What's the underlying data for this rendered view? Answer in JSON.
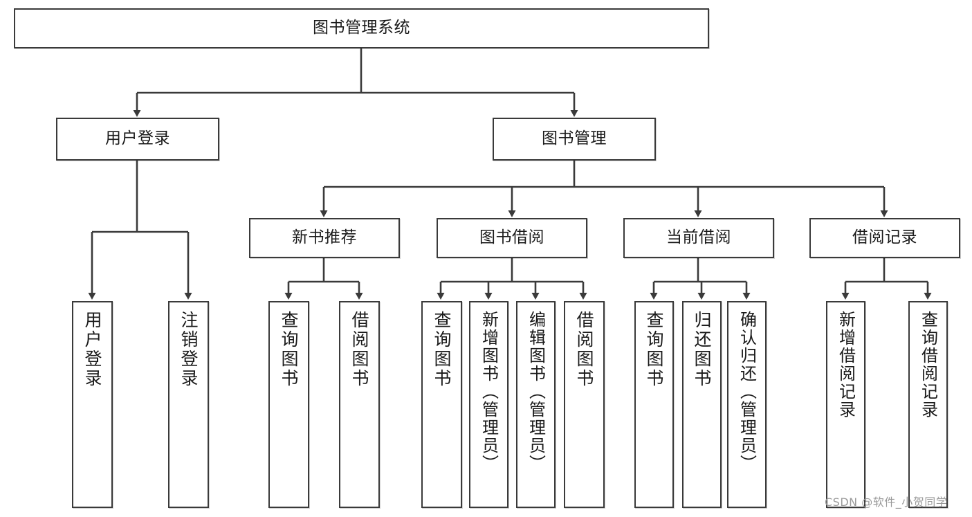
{
  "diagram": {
    "type": "tree",
    "title": "图书管理系统",
    "root": {
      "id": "root",
      "label": "图书管理系统"
    },
    "level2": [
      {
        "id": "user-login",
        "label": "用户登录"
      },
      {
        "id": "book-manage",
        "label": "图书管理"
      }
    ],
    "level3": [
      {
        "id": "new-book-rec",
        "label": "新书推荐",
        "parent": "book-manage"
      },
      {
        "id": "book-borrow",
        "label": "图书借阅",
        "parent": "book-manage"
      },
      {
        "id": "current-borrow",
        "label": "当前借阅",
        "parent": "book-manage"
      },
      {
        "id": "borrow-record",
        "label": "借阅记录",
        "parent": "book-manage"
      }
    ],
    "leaves": [
      {
        "id": "leaf-user-login",
        "label": "用户登录",
        "parent": "user-login"
      },
      {
        "id": "leaf-logout",
        "label": "注销登录",
        "parent": "user-login"
      },
      {
        "id": "leaf-query-book-1",
        "label": "查询图书",
        "parent": "new-book-rec"
      },
      {
        "id": "leaf-borrow-book-1",
        "label": "借阅图书",
        "parent": "new-book-rec"
      },
      {
        "id": "leaf-query-book-2",
        "label": "查询图书",
        "parent": "book-borrow"
      },
      {
        "id": "leaf-add-book",
        "label": "新增图书（管理员）",
        "parent": "book-borrow"
      },
      {
        "id": "leaf-edit-book",
        "label": "编辑图书（管理员）",
        "parent": "book-borrow"
      },
      {
        "id": "leaf-borrow-book-2",
        "label": "借阅图书",
        "parent": "book-borrow"
      },
      {
        "id": "leaf-query-book-3",
        "label": "查询图书",
        "parent": "current-borrow"
      },
      {
        "id": "leaf-return-book",
        "label": "归还图书",
        "parent": "current-borrow"
      },
      {
        "id": "leaf-confirm-return",
        "label": "确认归还（管理员）",
        "parent": "current-borrow"
      },
      {
        "id": "leaf-add-record",
        "label": "新增借阅记录",
        "parent": "borrow-record"
      },
      {
        "id": "leaf-query-record",
        "label": "查询借阅记录",
        "parent": "borrow-record"
      }
    ],
    "colors": {
      "stroke": "#3a3a3a",
      "fill": "#ffffff",
      "text": "#1a1a1a",
      "watermark": "#9a9a9a"
    }
  },
  "watermark": {
    "text": "CSDN @软件_小贺同学"
  }
}
